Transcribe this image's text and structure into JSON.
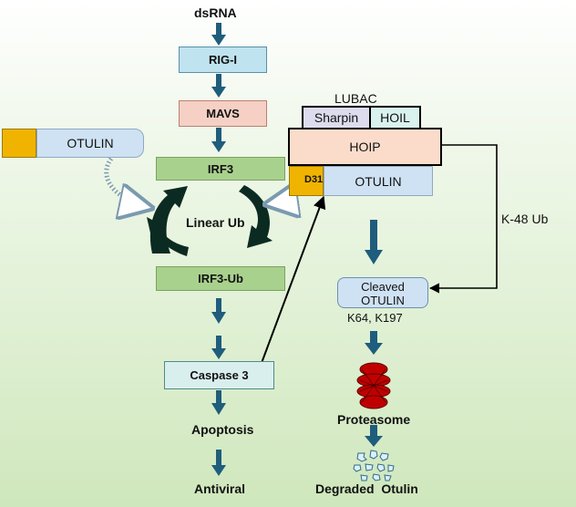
{
  "nodes": {
    "dsrna": "dsRNA",
    "rig_i": "RIG-I",
    "mavs": "MAVS",
    "irf3": "IRF3",
    "linear_ub": "Linear Ub",
    "irf3_ub": "IRF3-Ub",
    "caspase3": "Caspase 3",
    "apoptosis": "Apoptosis",
    "antiviral": "Antiviral",
    "lubac": "LUBAC",
    "sharpin": "Sharpin",
    "hoil": "HOIL",
    "hoip": "HOIP",
    "d31": "D31",
    "otulin_complex": "OTULIN",
    "otulin_free": "OTULIN",
    "k48_ub": "K-48 Ub",
    "cleaved_otulin_line1": "Cleaved",
    "cleaved_otulin_line2": "OTULIN",
    "sites": "K64, K197",
    "proteasome": "Proteasome",
    "degraded_otulin": "Degraded  Otulin"
  },
  "colors": {
    "arrow": "#1f5d7c",
    "rig_i_fill": "#bfe3ef",
    "mavs_fill": "#f6d0c4",
    "irf3_fill": "#a9d18e",
    "otulin_fill": "#cfe2f3",
    "d31_fill": "#f0b400",
    "hoip_fill": "#fbdccb",
    "sharpin_fill": "#dcdcee",
    "hoil_fill": "#d9f2ee",
    "caspase_fill": "#d9efee",
    "cycle_arrow": "#0b2b22",
    "proteasome": "#c00000"
  }
}
